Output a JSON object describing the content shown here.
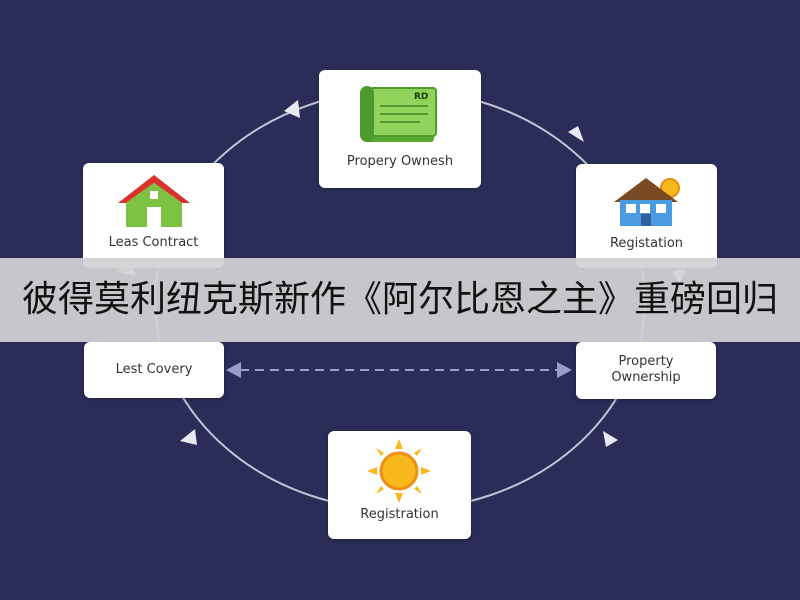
{
  "banner": {
    "text": "彼得莫利纽克斯新作《阿尔比恩之主》重磅回归"
  },
  "nodes": {
    "top": {
      "label": "Propery Ownesh",
      "icon": "document-icon",
      "icon_text": "RD"
    },
    "right_upper": {
      "label": "Registation",
      "icon": "house-with-sun-icon"
    },
    "right_lower": {
      "label_line1": "Property",
      "label_line2": "Ownership"
    },
    "bottom": {
      "label": "Registration",
      "icon": "sun-icon"
    },
    "left_lower": {
      "label": "Lest Covery"
    },
    "left_upper": {
      "label": "Leas Contract",
      "icon": "house-icon"
    }
  },
  "colors": {
    "background": "#2b2c57",
    "ring": "#bfc3d6",
    "house_roof_red": "#d9342b",
    "house_green": "#7dc242",
    "sun_yellow": "#f6b81b",
    "document_green": "#8fd35a"
  }
}
